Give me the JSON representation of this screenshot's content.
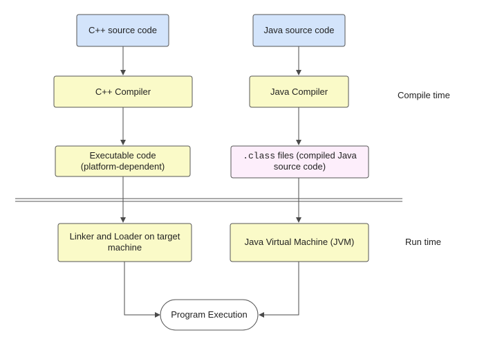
{
  "diagram": {
    "nodes": {
      "cpp_source": {
        "label": "C++ source code"
      },
      "java_source": {
        "label": "Java source code"
      },
      "cpp_compiler": {
        "label": "C++ Compiler"
      },
      "java_compiler": {
        "label": "Java Compiler"
      },
      "cpp_executable": {
        "line1": "Executable code",
        "line2": "(platform-dependent)"
      },
      "java_class": {
        "code": ".class",
        "line1_rest": " files (compiled Java",
        "line2": "source code)"
      },
      "linker_loader": {
        "line1": "Linker and Loader on target",
        "line2": "machine"
      },
      "jvm": {
        "label": "Java Virtual Machine (JVM)"
      },
      "program_execution": {
        "label": "Program Execution"
      }
    },
    "phases": {
      "compile_time": "Compile time",
      "run_time": "Run time"
    }
  },
  "colors": {
    "source_fill": "#d3e4fb",
    "process_fill": "#fafac8",
    "class_fill": "#fdeefb",
    "terminal_fill": "#ffffff",
    "stroke": "#555555",
    "edge": "#4a4a4a",
    "separator": "#555555"
  }
}
